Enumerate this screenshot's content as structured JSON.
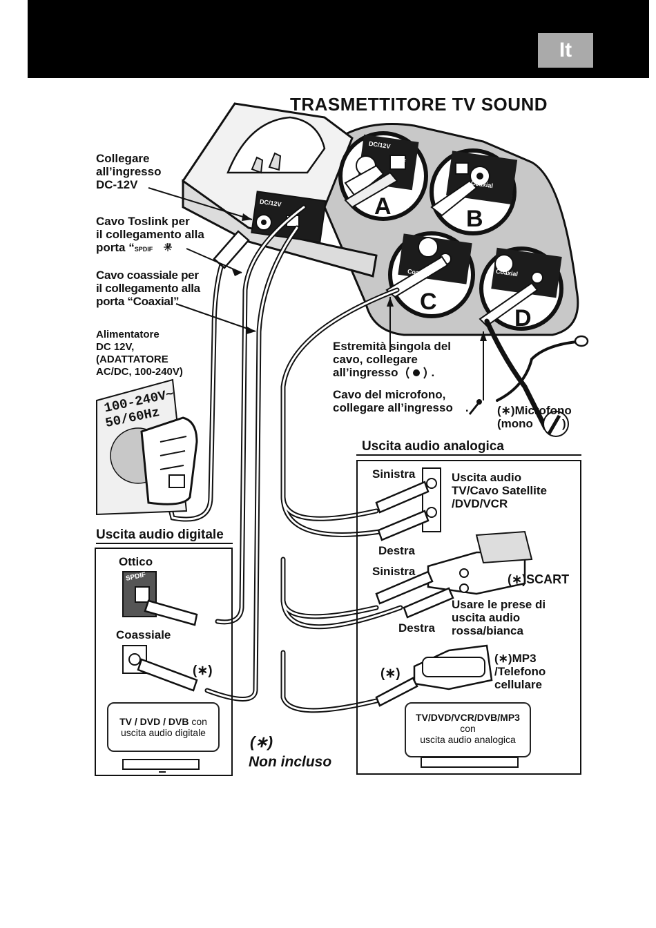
{
  "header": {
    "lang_badge": "It"
  },
  "title": "TRASMETTITORE TV SOUND",
  "ports": {
    "a": "A",
    "b": "B",
    "c": "C",
    "d": "D",
    "dc_label": "DC/12V",
    "spdif_label": "SPDIF",
    "coaxial_label": "Coaxial"
  },
  "labels": {
    "dc_line1": "Collegare",
    "dc_line2": "all’ingresso",
    "dc_line3": "DC-12V",
    "toslink_line1": "Cavo Toslink per",
    "toslink_line2": "il collegamento alla",
    "toslink_line3_pre": "porta “",
    "toslink_spdif": "SPDIF",
    "toslink_line3_post": " ”",
    "coax_line1": "Cavo coassiale per",
    "coax_line2": "il collegamento alla",
    "coax_line3": "porta “Coaxial”",
    "psu_line1": "Alimentatore",
    "psu_line2": "DC 12V,",
    "psu_line3": "(ADATTATORE",
    "psu_line4": "AC/DC, 100-240V)",
    "adapter_volt": "100-240V~",
    "adapter_hz": "50/60Hz",
    "single_end_line1": "Estremità singola del",
    "single_end_line2": "cavo, collegare",
    "single_end_line3": "all’ingresso",
    "single_end_dot": ".",
    "mic_cable_line1": "Cavo del microfono,",
    "mic_cable_line2": "collegare all’ingresso",
    "mic_cable_dot": ".",
    "mic_line1": "(∗)Microfono",
    "mic_line2_pre": "(mono",
    "mic_line2_post": ")"
  },
  "digital": {
    "title": "Uscita audio digitale",
    "optical": "Ottico",
    "spdif": "SPDIF",
    "coaxial": "Coassiale",
    "asterisk": "(∗)",
    "tv_line1_bold": "TV / DVD / DVB",
    "tv_line1_rest": " con",
    "tv_line2": "uscita audio digitale"
  },
  "analog": {
    "title": "Uscita audio analogica",
    "left1": "Sinistra",
    "right1": "Destra",
    "out_line1": "Uscita audio",
    "out_line2": "TV/Cavo Satellite",
    "out_line3": "/DVD/VCR",
    "left2": "Sinistra",
    "right2": "Destra",
    "scart": "(∗)SCART",
    "use_line1": "Usare le prese di",
    "use_line2": "uscita audio",
    "use_line3": "rossa/bianca",
    "mp3_line1": "(∗)MP3",
    "mp3_line2": "/Telefono",
    "mp3_line3": "cellulare",
    "asterisk": "(∗)",
    "tv_line1": "TV/DVD/VCR/DVB/MP3",
    "tv_line2": "con",
    "tv_line3": "uscita audio analogica"
  },
  "footnote": {
    "symbol": "(∗)",
    "text": "Non incluso"
  }
}
